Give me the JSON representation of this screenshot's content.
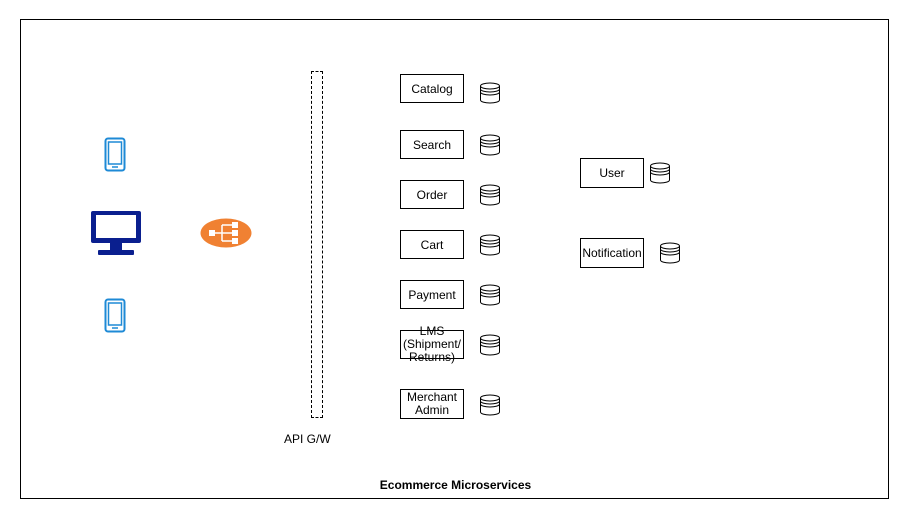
{
  "diagram": {
    "title": "Ecommerce Microservices",
    "gateway_label": "API G/W",
    "clients": {
      "top_device_icon": "mobile-phone-icon",
      "desktop_icon": "desktop-monitor-icon",
      "bottom_device_icon": "mobile-phone-icon",
      "load_balancer_icon": "load-balancer-icon"
    },
    "services": [
      {
        "lines": [
          "Catalog"
        ]
      },
      {
        "lines": [
          "Search"
        ]
      },
      {
        "lines": [
          "Order"
        ]
      },
      {
        "lines": [
          "Cart"
        ]
      },
      {
        "lines": [
          "Payment"
        ]
      },
      {
        "lines": [
          "LMS",
          "(Shipment/",
          "Returns)"
        ]
      },
      {
        "lines": [
          "Merchant",
          "Admin"
        ]
      }
    ],
    "side_services": [
      {
        "lines": [
          "User"
        ]
      },
      {
        "lines": [
          "Notification"
        ]
      }
    ],
    "database_icon": "database-cylinder-icon",
    "colors": {
      "device_blue": "#1e8ad6",
      "monitor_navy": "#0a1f8f",
      "load_balancer_orange": "#f08132"
    }
  }
}
